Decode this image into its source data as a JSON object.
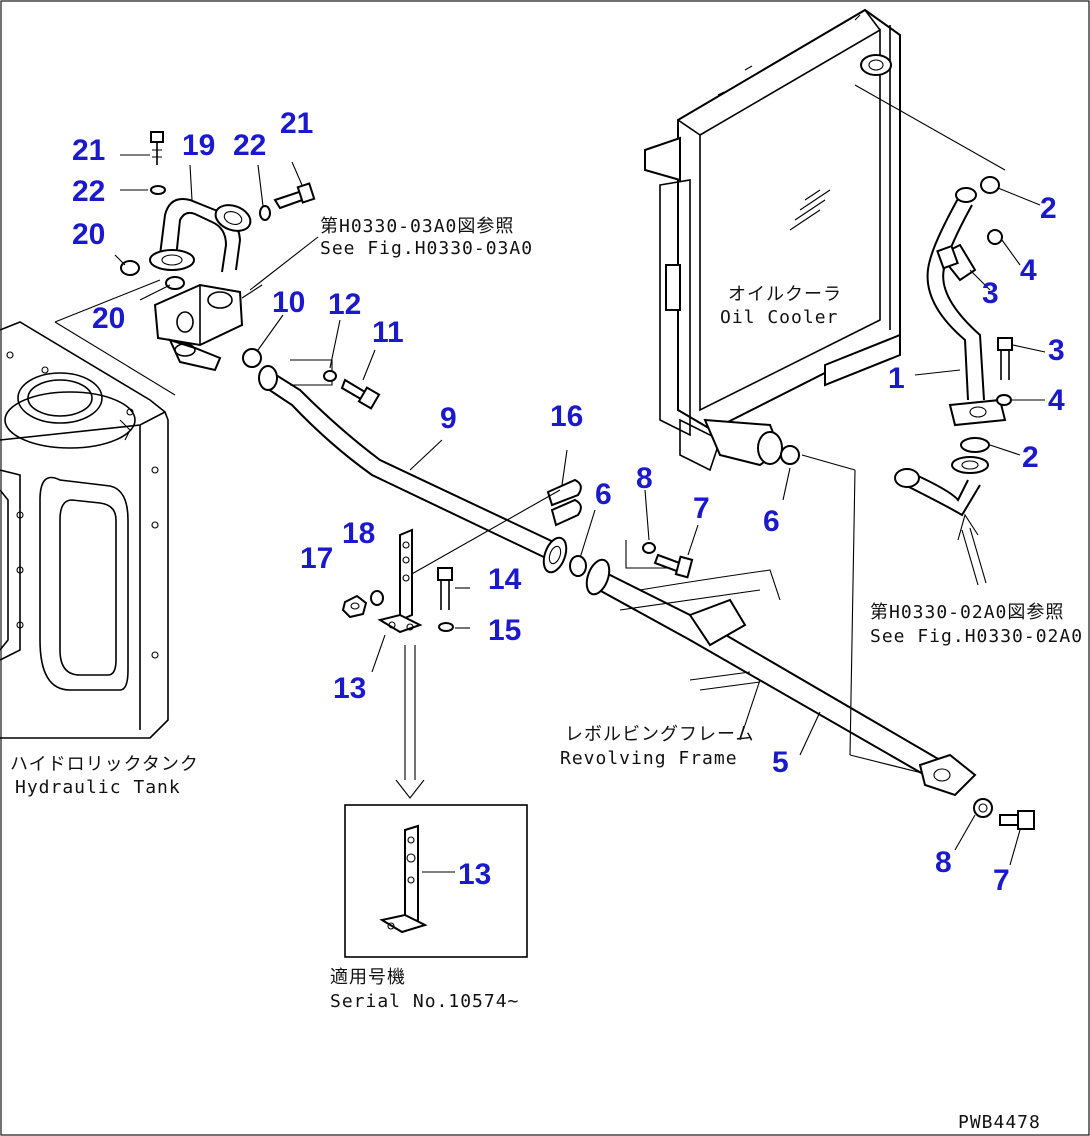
{
  "diagram": {
    "callouts": [
      "21",
      "19",
      "22",
      "21",
      "22",
      "20",
      "20",
      "10",
      "12",
      "11",
      "9",
      "16",
      "6",
      "8",
      "7",
      "6",
      "2",
      "4",
      "3",
      "1",
      "3",
      "4",
      "2",
      "18",
      "17",
      "14",
      "15",
      "13",
      "5",
      "8",
      "7",
      "13"
    ],
    "labels": {
      "see_fig_a_jp": "第H0330-03A0図参照",
      "see_fig_a_en": "See Fig.H0330-03A0",
      "oil_cooler_jp": "オイルクーラ",
      "oil_cooler_en": "Oil Cooler",
      "see_fig_b_jp": "第H0330-02A0図参照",
      "see_fig_b_en": "See Fig.H0330-02A0",
      "revolving_frame_jp": "レボルビングフレーム",
      "revolving_frame_en": "Revolving Frame",
      "hydraulic_tank_jp": "ハイドロリックタンク",
      "hydraulic_tank_en": "Hydraulic Tank",
      "serial_jp": "適用号機",
      "serial_en": "Serial No.10574~",
      "drawing_code": "PWB4478"
    }
  }
}
